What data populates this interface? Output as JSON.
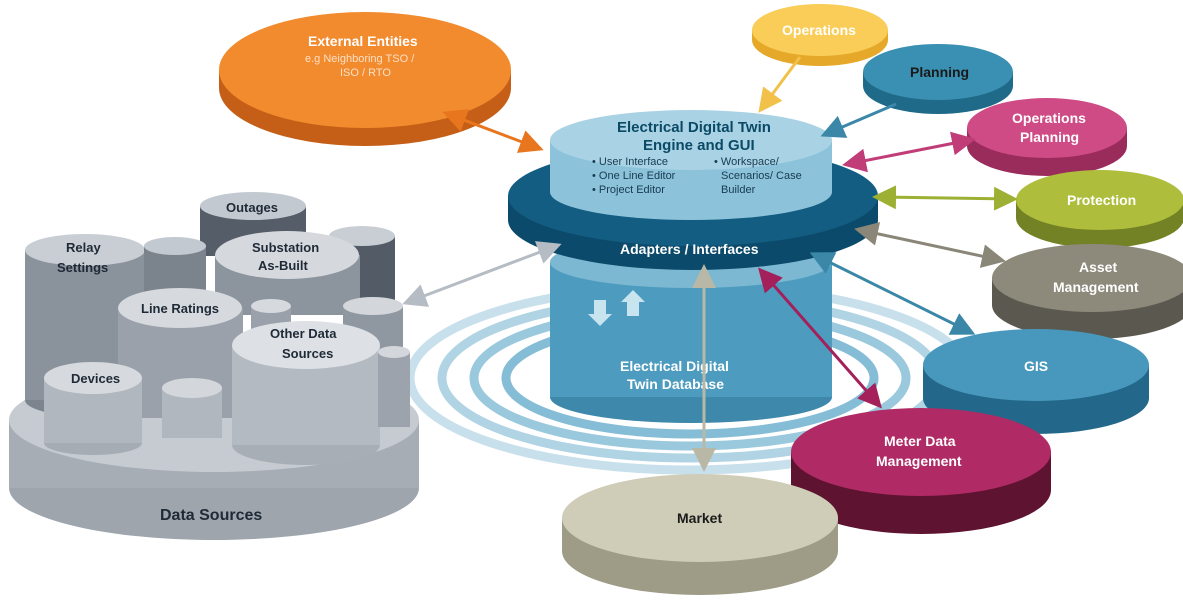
{
  "diagram": {
    "engine": {
      "title_line1": "Electrical Digital Twin",
      "title_line2": "Engine and GUI",
      "bullets_left": [
        "• User Interface",
        "• One Line Editor",
        "• Project Editor"
      ],
      "bullets_right": [
        "• Workspace/",
        "Scenarios/ Case",
        "Builder"
      ]
    },
    "adapters": "Adapters / Interfaces",
    "database": {
      "line1": "Electrical Digital",
      "line2": "Twin Database"
    },
    "external": {
      "title": "External Entities",
      "sub1": "e.g Neighboring TSO /",
      "sub2": "ISO / RTO"
    },
    "data_sources": {
      "label": "Data Sources",
      "items": {
        "outages": "Outages",
        "relay1": "Relay",
        "relay2": "Settings",
        "substation1": "Substation",
        "substation2": "As-Built",
        "line_ratings": "Line Ratings",
        "other1": "Other Data",
        "other2": "Sources",
        "devices": "Devices"
      }
    },
    "nodes": {
      "operations": "Operations",
      "planning": "Planning",
      "ops_planning1": "Operations",
      "ops_planning2": "Planning",
      "protection": "Protection",
      "asset1": "Asset",
      "asset2": "Management",
      "gis": "GIS",
      "meter1": "Meter Data",
      "meter2": "Management",
      "market": "Market"
    },
    "colors": {
      "external": "#e8761f",
      "operations": "#f7c644",
      "planning": "#2f86a8",
      "ops_planning": "#c13d77",
      "protection": "#9db034",
      "asset": "#7c786b",
      "gis": "#3c8db0",
      "meter": "#a3205b",
      "market": "#c4c2ad",
      "engine_top": "#a9d3e4",
      "ring": "#0f5d80",
      "db": "#4d9cbf",
      "gray": "#a7adb5"
    }
  }
}
